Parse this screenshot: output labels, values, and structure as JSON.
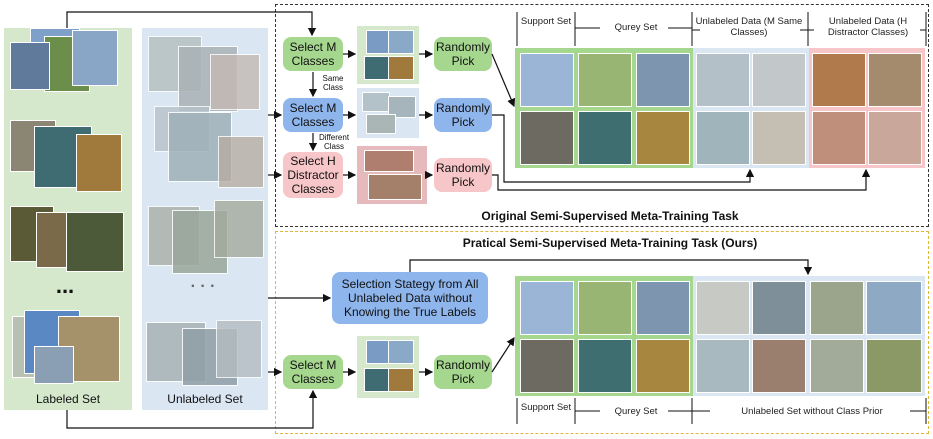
{
  "left": {
    "labeled_set": "Labeled Set",
    "unlabeled_set": "Unlabeled Set",
    "ellipsis_labeled": "...",
    "ellipsis_unlabeled": "· · ·"
  },
  "top_task": {
    "title": "Original Semi-Supervised Meta-Training Task",
    "select_m": "Select M Classes",
    "select_m2": "Select M Classes",
    "select_h": "Select H Distractor Classes",
    "same_class": "Same Class",
    "different_class": "Different Class",
    "randomly_pick_1": "Randomly Pick",
    "randomly_pick_2": "Randomly Pick",
    "randomly_pick_3": "Randomly Pick",
    "header_support": "Support Set",
    "header_query": "Qurey Set",
    "header_unlabeled_m": "Unlabeled Data (M Same Classes)",
    "header_unlabeled_h": "Unlabeled Data (H Distractor Classes)"
  },
  "bottom_task": {
    "title": "Pratical Semi-Supervised Meta-Training Task (Ours)",
    "selection_strategy": "Selection Stategy from All Unlabeled Data without Knowing the True Labels",
    "select_m": "Select M Classes",
    "randomly_pick": "Randomly Pick",
    "footer_support": "Support Set",
    "footer_query": "Qurey Set",
    "footer_unlabeled": "Unlabeled Set without Class Prior"
  },
  "colors": {
    "green_box": "#a6d78f",
    "blue_box": "#8eb5ec",
    "pink_box": "#f7c6c8",
    "labeled_panel": "#d5e8cc",
    "unlabeled_panel": "#dbe6f3",
    "top_border": "#333333",
    "bottom_border": "#e2b63c"
  }
}
